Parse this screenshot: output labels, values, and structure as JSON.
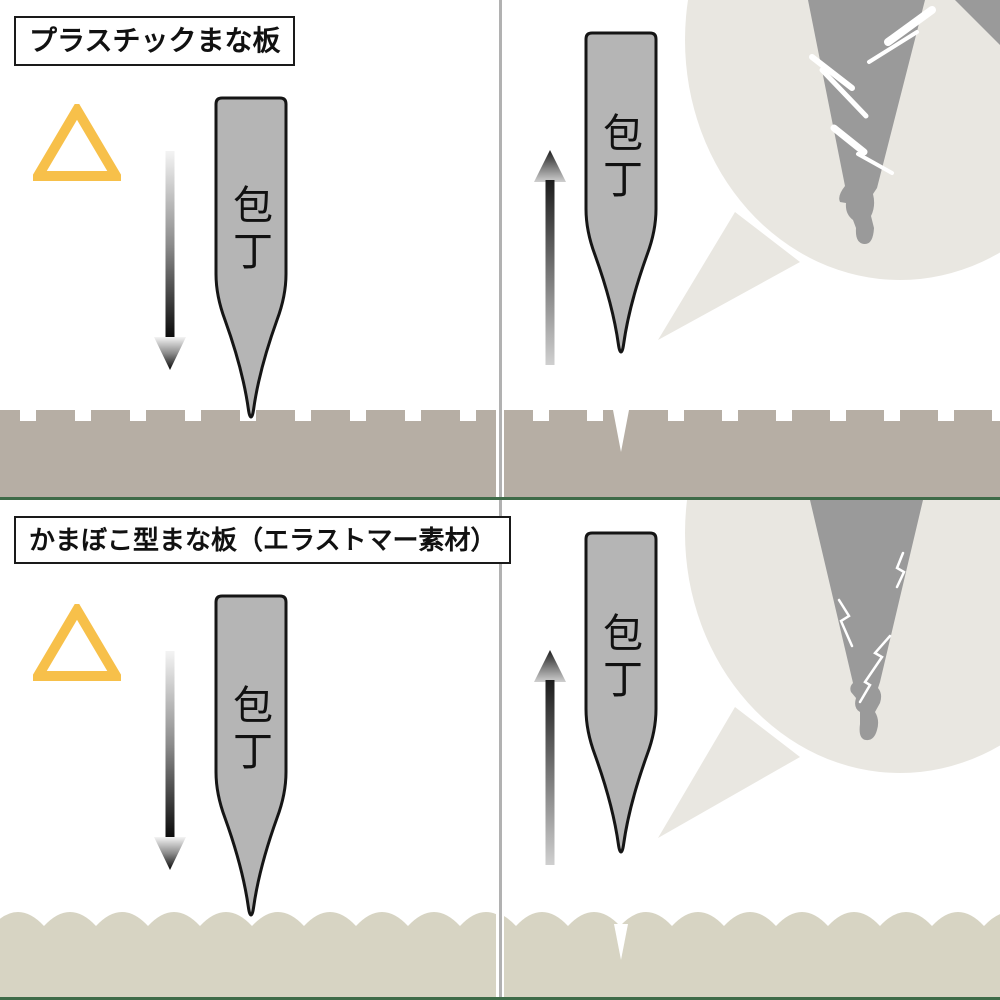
{
  "panels": {
    "top": {
      "label": "プラスチックまな板",
      "board_type": "plastic",
      "board_edge": "jagged-castellated",
      "tip_damage": "heavy-chips"
    },
    "bottom": {
      "label": "かまぼこ型まな板（エラストマー素材）",
      "board_type": "elastomer-kamaboko",
      "board_edge": "smooth-scalloped",
      "tip_damage": "fine-cracks"
    }
  },
  "knife_label": "包丁",
  "icons": {
    "caution_triangle": "△",
    "down_arrow": "↓",
    "up_arrow": "↑"
  },
  "colors": {
    "plastic": "#b6aea4",
    "elastomer": "#d7d4c3",
    "bubble": "#e9e7e1",
    "tipgray": "#9a9a9a",
    "blade": "#b5b5b5",
    "bladeStroke": "#151515",
    "amber": "#f7c04a",
    "green": "#3e6b48",
    "divider": "#b1b1b1",
    "ink": "#111111"
  }
}
